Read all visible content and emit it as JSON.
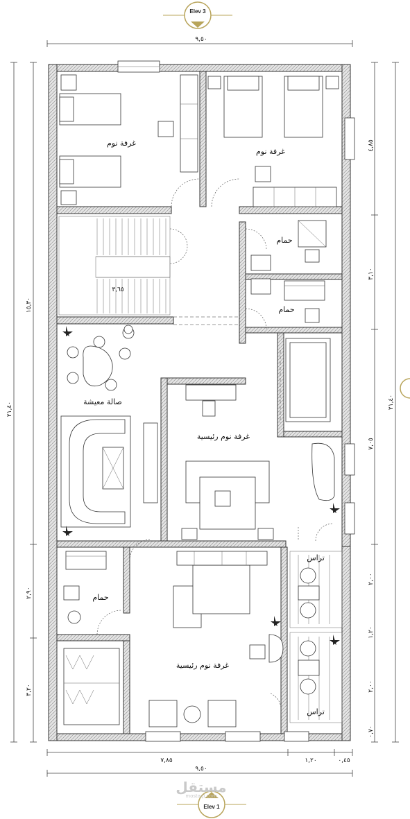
{
  "elevations": {
    "top": "Elev 3",
    "bottom": "Elev 1"
  },
  "dimensions": {
    "top_width": "٩,٥٠",
    "bottom_width": "٩,٥٠",
    "left_inner": "١٥,٣٠",
    "left_outer": "٢١,٤٠",
    "left_bottom_a": "٢,٩٠",
    "left_bottom_b": "٣,٢٠",
    "right_outer": "٢١,٤٠",
    "right_top": "٤,٨٥",
    "right_mid": "٣,١٠",
    "right_lower": "٧,٠٥",
    "right_terrace_a": "٢,٠٠",
    "right_terrace_b": "١,٢٠",
    "right_terrace_c": "٢,٠٠",
    "right_terrace_d": "٠,٧٠",
    "bottom_a": "٧,٨٥",
    "bottom_b": "١,٢٠",
    "bottom_c": "٠,٤٥",
    "stair_level": "٣,٦٥"
  },
  "rooms": {
    "bedroom_1": "غرفة نوم",
    "bedroom_2": "غرفة نوم",
    "bath_1": "حمام",
    "bath_2": "حمام",
    "living": "صالة معيشة",
    "master_1": "غرفة نوم رئيسية",
    "master_2": "غرفة نوم رئيسية",
    "bath_3": "حمام",
    "terrace_1": "تراس",
    "terrace_2": "تراس"
  },
  "watermark": {
    "logo": "مستقل",
    "sub": "mostaql.com"
  },
  "colors": {
    "wall": "#d9d9d9",
    "line": "#444444",
    "marker": "#b8a45a"
  }
}
